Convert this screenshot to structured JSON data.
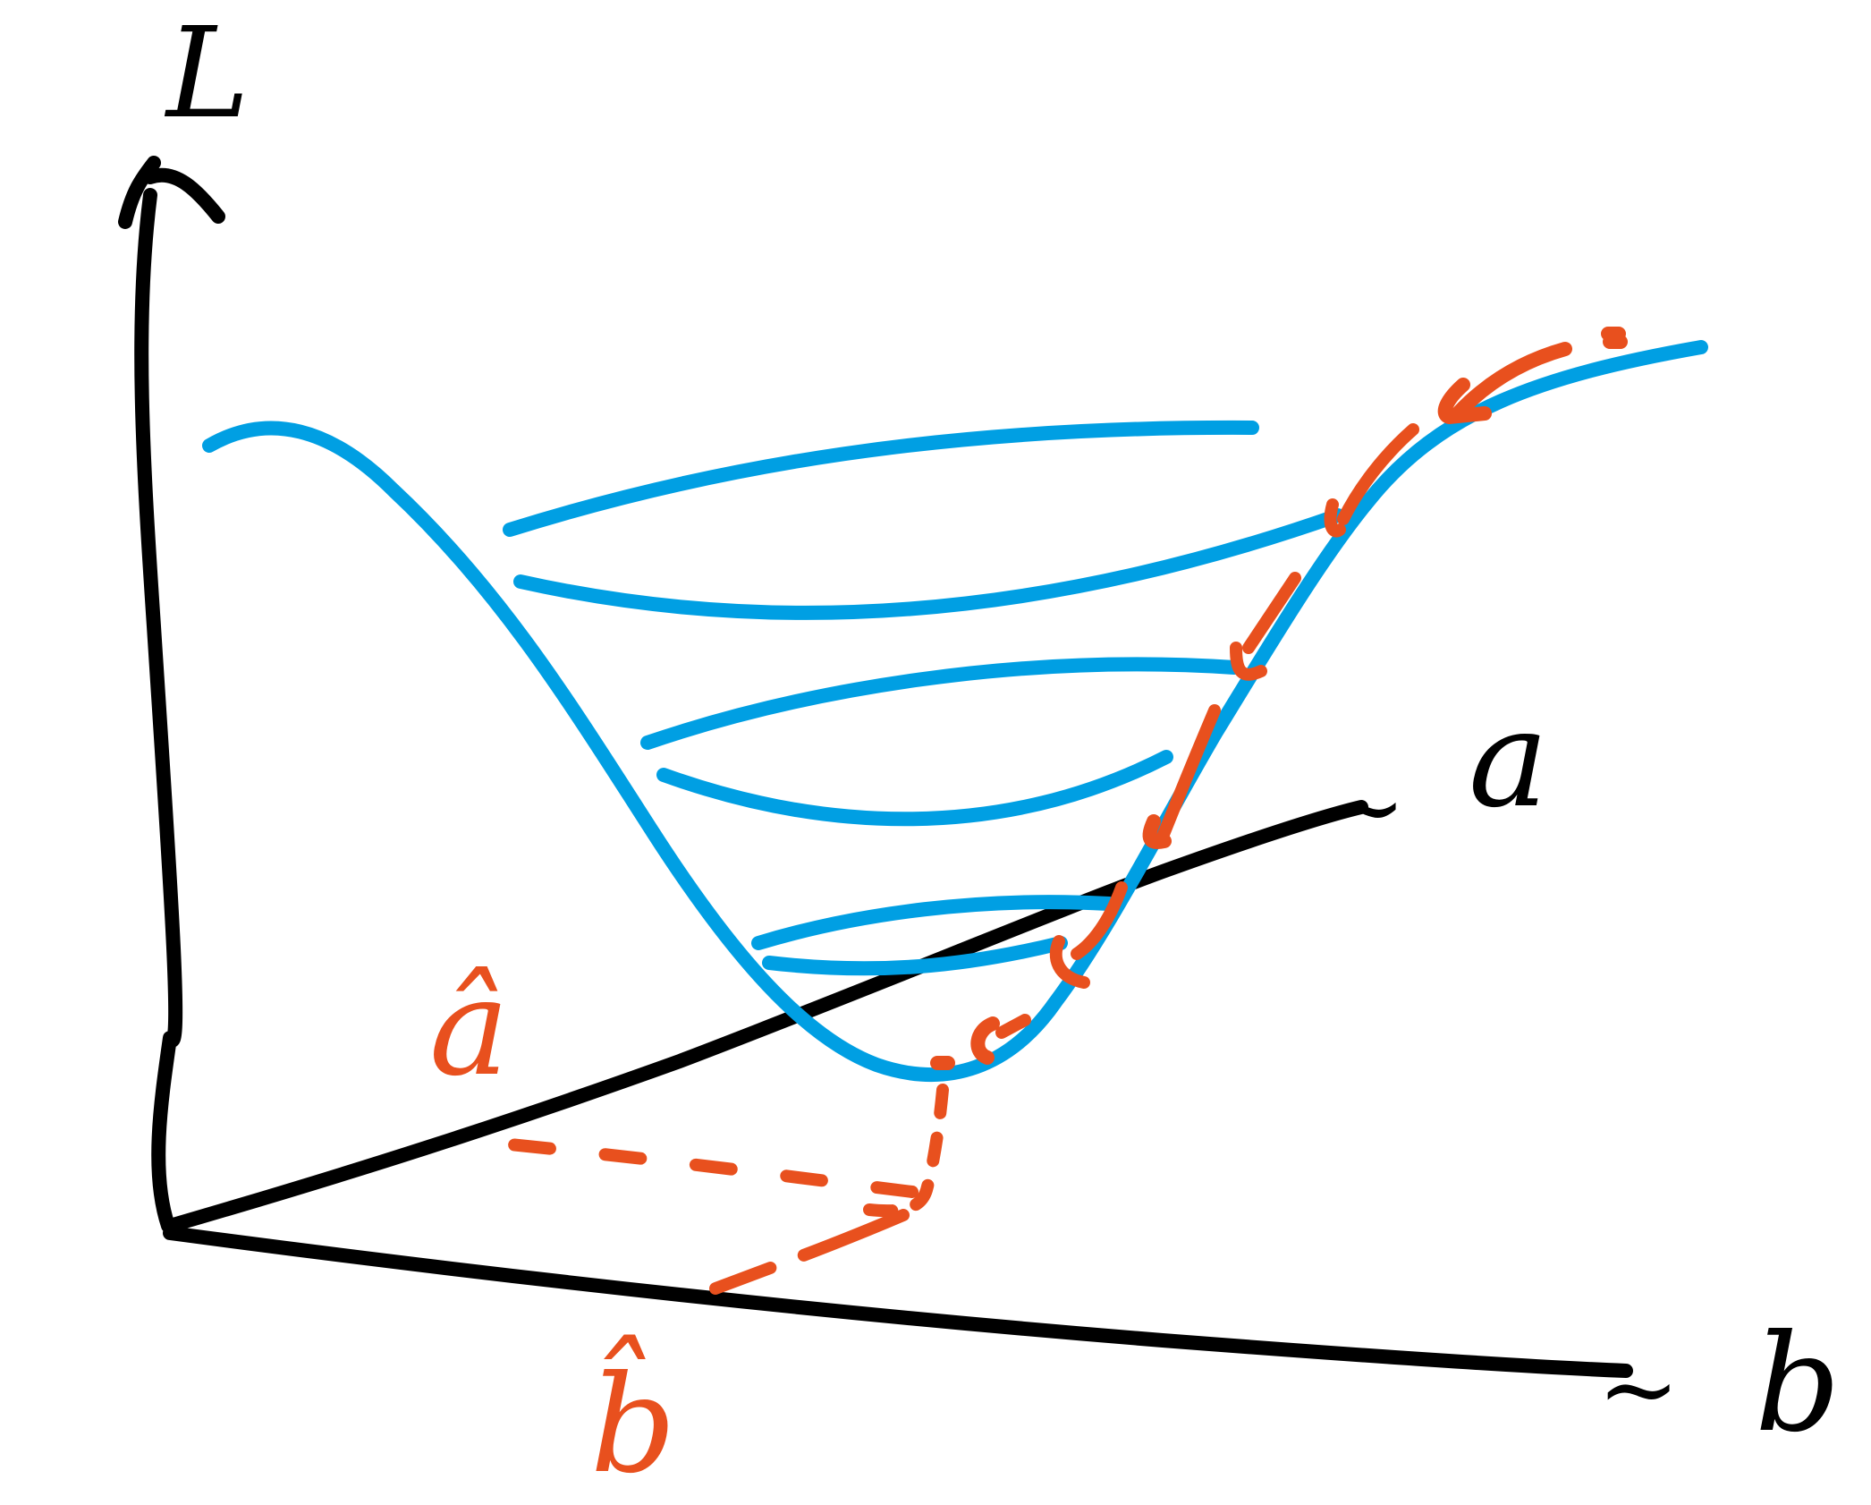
{
  "colors": {
    "axes": "#000000",
    "surface": "#009fe3",
    "descent_path": "#e8501e",
    "background": "#ffffff"
  },
  "labels": {
    "loss_axis": "L",
    "param_a": "a",
    "param_b": "b",
    "param_a_hat": "â",
    "param_b_hat": "b̂"
  },
  "labels_tilde": {
    "a_axis_tilde": "~",
    "b_axis_tilde": "~"
  },
  "icons": {
    "hat_a": "caret",
    "hat_b": "caret"
  }
}
